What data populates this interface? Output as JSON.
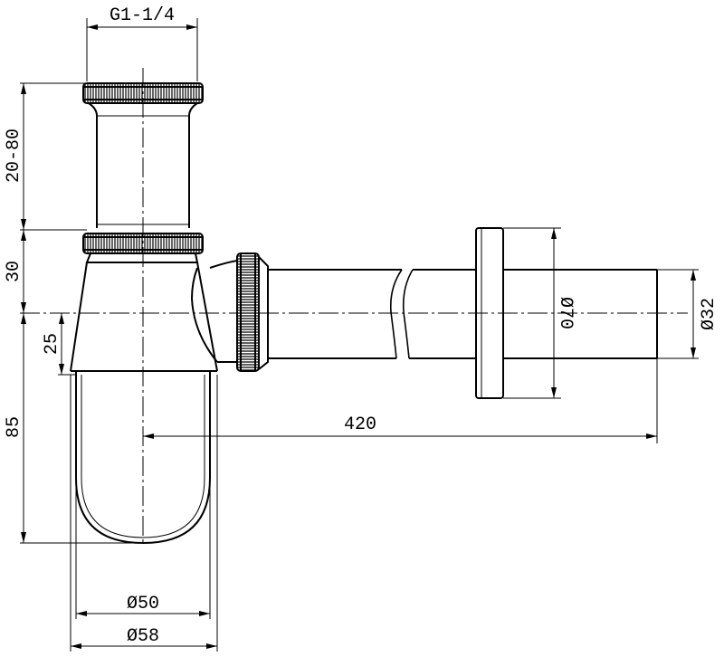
{
  "drawing": {
    "labels": {
      "thread": "G1-1/4",
      "height_adjust": "20-80",
      "height_30": "30",
      "height_25": "25",
      "height_85": "85",
      "length_420": "420",
      "dia_70": "Ø70",
      "dia_32": "Ø32",
      "dia_50": "Ø50",
      "dia_58": "Ø58"
    }
  }
}
